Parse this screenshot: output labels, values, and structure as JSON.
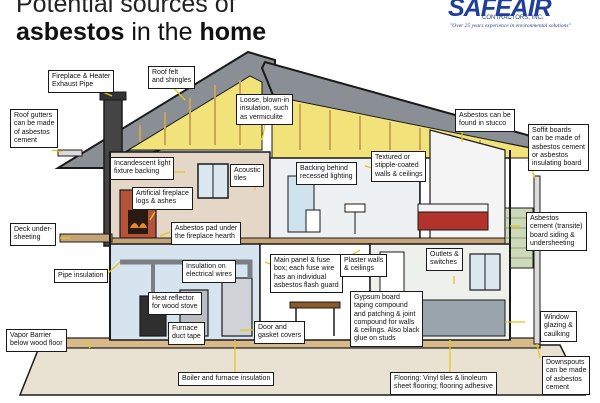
{
  "title": {
    "line1": "Potential sources of",
    "line2_bold_a": "asbestos",
    "line2_mid": " in the ",
    "line2_bold_b": "home"
  },
  "logo": {
    "brand": "SAFEAIR",
    "subtitle": "CONTRACTORS, INC.",
    "tagline": "\"Over 25 years experience in environmental solutions\""
  },
  "colors": {
    "label_border": "#1a1a1a",
    "leader_line": "#e8c51c",
    "logo_blue": "#1f3f9a",
    "roof": "#8a8f96",
    "insulation": "#f2e27a",
    "brick": "#b5523a",
    "floor": "#d8b98a"
  },
  "labels": {
    "fireplace_exhaust": [
      "Fireplace & Heater",
      "Exhaust Pipe"
    ],
    "roof_felt": [
      "Roof felt",
      "and shingles"
    ],
    "roof_gutters": [
      "Roof gutters",
      "can be made",
      "of asbestos",
      "cement"
    ],
    "loose_insulation": [
      "Loose, blown-in",
      "insulation, such",
      "as vermiculite"
    ],
    "stucco": [
      "Asbestos can be",
      "found in stucco"
    ],
    "soffit": [
      "Soffit boards",
      "can be made of",
      "asbestos cement",
      "or asbestos",
      "insulating board"
    ],
    "incandescent": [
      "Incandescent light",
      "fixture backing"
    ],
    "acoustic": [
      "Acoustic",
      "tiles"
    ],
    "recessed": [
      "Backing behind",
      "recessed lighting"
    ],
    "textured": [
      "Textured or",
      "stipple-coated",
      "walls & ceilings"
    ],
    "artificial_logs": [
      "Artificial fireplace",
      "logs & ashes"
    ],
    "hearth_pad": [
      "Asbestos pad under",
      "the fireplace hearth"
    ],
    "deck": [
      "Deck under-",
      "sheeting"
    ],
    "transite": [
      "Asbestos",
      "cement (transite)",
      "board siding &",
      "undersheeting"
    ],
    "insulation_wires": [
      "Insulation on",
      "electrical wires"
    ],
    "main_panel": [
      "Main panel & fuse",
      "box; each fuse wire",
      "has an individual",
      "asbestos flash guard"
    ],
    "plaster": [
      "Plaster walls",
      "& ceilings"
    ],
    "outlets": [
      "Outlets &",
      "switches"
    ],
    "pipe_insulation": [
      "Pipe insulation"
    ],
    "heat_reflector": [
      "Heat reflector",
      "for wood stove"
    ],
    "gypsum": [
      "Gypsum board",
      "taping compound",
      "and patching & joint",
      "compound for walls",
      "& ceilings. Also black",
      "glue on studs"
    ],
    "window_glazing": [
      "Window",
      "glazing &",
      "caulking"
    ],
    "furnace_tape": [
      "Furnace",
      "duct tape"
    ],
    "door_gaskets": [
      "Door and",
      "gasket covers"
    ],
    "vapor_barrier": [
      "Vapor Barrier",
      "below wood floor"
    ],
    "downspouts": [
      "Downspouts",
      "can be made",
      "of asbestos",
      "cement"
    ],
    "boiler": [
      "Boiler and furnace insulation"
    ],
    "flooring": [
      "Flooring: Vinyl tiles & linoleum",
      "sheet flooring; flooring adhesive"
    ]
  }
}
